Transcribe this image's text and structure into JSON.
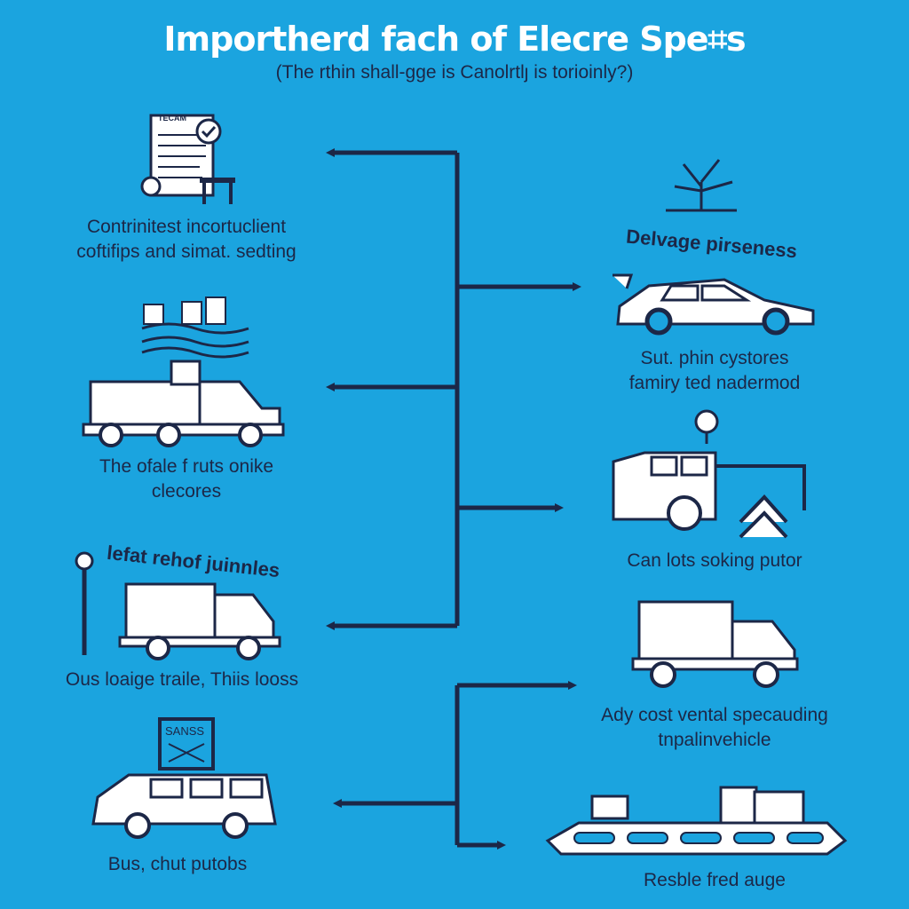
{
  "title": "Importherd fach of Elecre Spe⌗s",
  "subtitle": "(The rthin shall-gge is Canolrtlȷ is torioinly?)",
  "left_items": [
    {
      "icon": "document-checklist-icon",
      "badge": "TECAM",
      "label_line1": "Contrinitest incortuclient",
      "label_line2": "coftifips and simat. sedting"
    },
    {
      "icon": "delivery-truck-icon",
      "label_line1": "The ofale f ruts onike",
      "label_line2": "clecores"
    },
    {
      "icon": "box-truck-icon",
      "heading": "lefat rehof juinnles",
      "label_line1": "Ous loaige traile, Thiis looss"
    },
    {
      "icon": "van-icon",
      "sign": "SANSS",
      "label_line1": "Bus, chut putobs"
    }
  ],
  "right_items": [
    {
      "icon": "sedan-car-icon",
      "heading": "Delvage pirseness",
      "label_line1": "Sut. phin cystores",
      "label_line2": "famiry ted nadermod"
    },
    {
      "icon": "charging-truck-icon",
      "label_line1": "Can lots soking putor"
    },
    {
      "icon": "cargo-truck-icon",
      "label_line1": "Ady cost vental specauding",
      "label_line2": "tnpalinvehicle"
    },
    {
      "icon": "train-icon",
      "label_line1": "Resble fred auge"
    }
  ],
  "colors": {
    "background": "#1ba4df",
    "ink": "#1c2747",
    "white": "#ffffff"
  }
}
